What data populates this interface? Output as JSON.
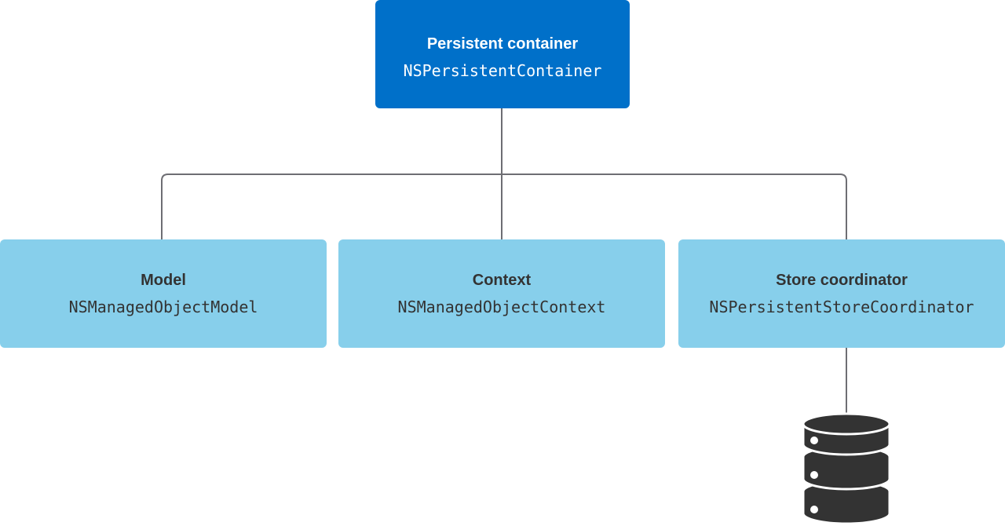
{
  "nodes": {
    "container": {
      "title": "Persistent container",
      "class_name": "NSPersistentContainer"
    },
    "model": {
      "title": "Model",
      "class_name": "NSManagedObjectModel"
    },
    "context": {
      "title": "Context",
      "class_name": "NSManagedObjectContext"
    },
    "coordinator": {
      "title": "Store coordinator",
      "class_name": "NSPersistentStoreCoordinator"
    }
  },
  "store_icon": "database-icon",
  "colors": {
    "container_fill": "#0070c9",
    "child_fill": "#87cfeb",
    "connector": "#6e6e73",
    "database": "#333333"
  }
}
